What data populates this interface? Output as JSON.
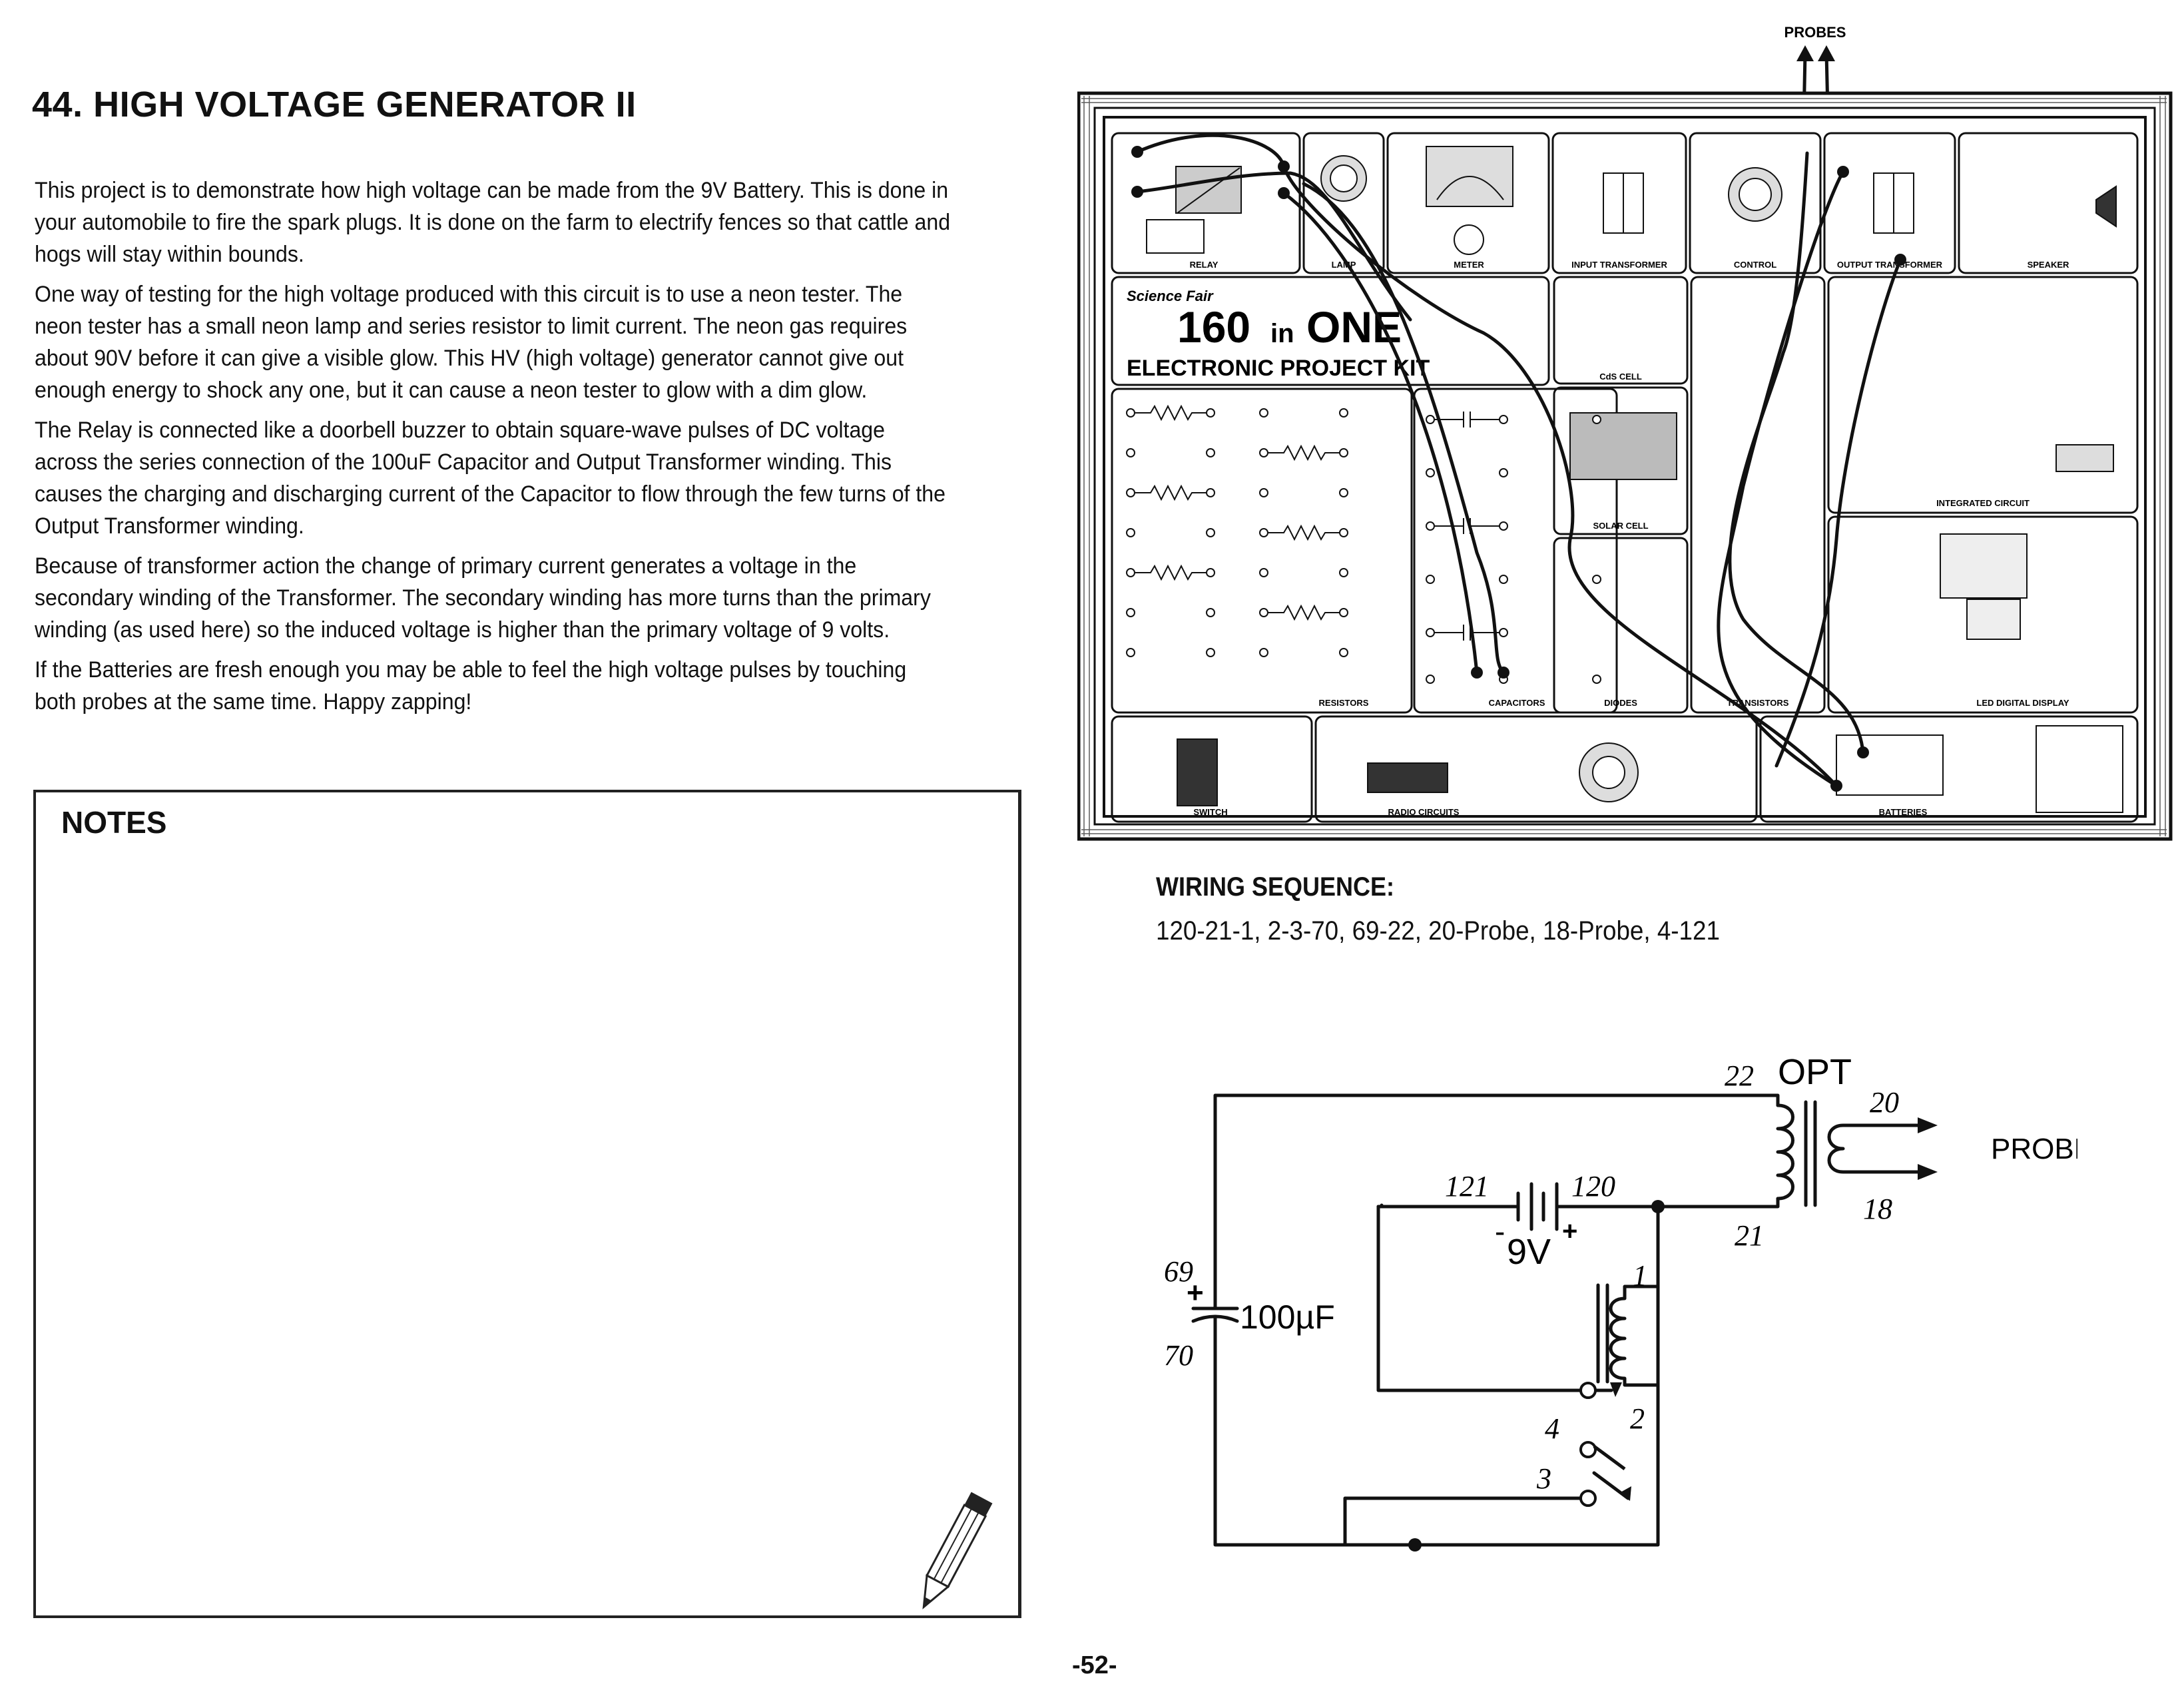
{
  "title": "44. HIGH VOLTAGE GENERATOR II",
  "paragraphs": [
    "This project is to demonstrate how high voltage can be made from the 9V Battery. This is done in your automobile to fire the spark plugs. It is done on the farm to electrify fences so that cattle and hogs will stay within bounds.",
    "One way of testing for the high voltage produced with this circuit is to use a neon tester. The neon tester has a small neon lamp and series resistor to limit current. The neon gas requires about 90V before it can give a visible glow. This HV (high voltage) generator cannot give out enough energy to shock any one, but it can cause a neon tester to glow with a dim glow.",
    "The Relay is connected like a doorbell buzzer to obtain square-wave pulses of DC voltage across the series connection of the 100uF Capacitor and Output Transformer winding. This causes the charging and discharging current of the Capacitor to flow through the few turns of the Output Transformer winding.",
    "Because of transformer action the change of primary current generates a voltage in the secondary winding of the Transformer. The secondary winding has more turns than the primary winding (as used here) so the induced voltage is higher than the primary voltage of 9 volts.",
    "If the Batteries are fresh enough you may be able to feel the high voltage pulses by touching both probes at the same time. Happy zapping!"
  ],
  "notes": {
    "label": "NOTES",
    "icon": "pencil-icon"
  },
  "page_number": "-52-",
  "kit": {
    "probes_label": "PROBES",
    "brand": "Science Fair",
    "name_big": "160",
    "name_in": "in",
    "name_one": "ONE",
    "subtitle": "ELECTRONIC PROJECT KIT",
    "section_labels": [
      "RELAY",
      "LAMP",
      "METER",
      "INPUT TRANSFORMER",
      "CONTROL",
      "OUTPUT TRANSFORMER",
      "SPEAKER",
      "CdS CELL",
      "SOLAR CELL",
      "DIODES",
      "TRANSISTORS",
      "INTEGRATED CIRCUIT",
      "LED DIGITAL DISPLAY",
      "RESISTORS",
      "CAPACITORS",
      "SWITCH",
      "RADIO CIRCUITS",
      "BATTERIES"
    ]
  },
  "wiring": {
    "heading": "WIRING SEQUENCE:",
    "sequence": "120-21-1, 2-3-70, 69-22, 20-Probe, 18-Probe, 4-121"
  },
  "schematic": {
    "opt_label": "OPT",
    "terminals": [
      "22",
      "20",
      "18",
      "21",
      "121",
      "120",
      "1",
      "2",
      "4",
      "3",
      "69",
      "70"
    ],
    "probes_label": "PROBES",
    "battery_label": "9V",
    "battery_minus": "-",
    "battery_plus": "+",
    "cap_plus": "+",
    "capacitor_label": "100µF"
  }
}
